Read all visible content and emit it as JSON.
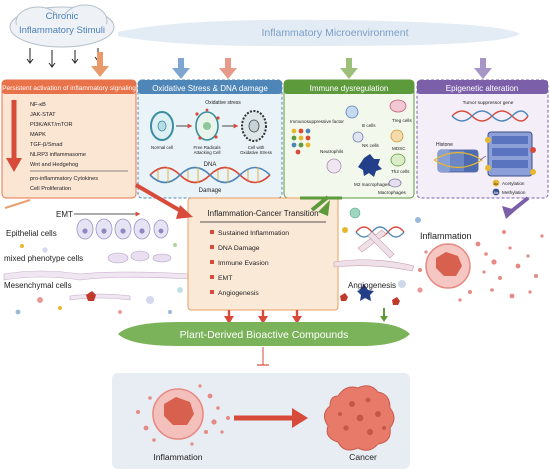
{
  "header": {
    "cloud_label_line1": "Chronic",
    "cloud_label_line2": "Inflammatory Stimuli",
    "microenvironment": "Inflammatory Microenvironment"
  },
  "panels": {
    "signaling": {
      "title": "Persistent activation of inflammatory signaling",
      "items": [
        "NF-κB",
        "JAK-STAT",
        "PI3K/AKT/mTOR",
        "MAPK",
        "TGF-β/Smad",
        "NLRP3 inflammasome",
        "Wnt and Hedgehog"
      ],
      "footer": [
        "pro-inflammatory Cytokines",
        "Cell Proliferation"
      ]
    },
    "oxidative": {
      "title": "Oxidative Stress & DNA damage",
      "oxidative_stress": "Oxidative stress",
      "normal_cell": "Normal cell",
      "free_radicals_line1": "Free Radicals",
      "free_radicals_line2": "Attacking Cell",
      "cell_ox_line1": "Cell with",
      "cell_ox_line2": "Oxidative Stress",
      "dna": "DNA",
      "damage": "Damage"
    },
    "immune": {
      "title": "Immune dysregulation",
      "factor": "Immunosuppressive factor",
      "b_cells": "B cells",
      "treg": "Treg cells",
      "nk": "NK cells",
      "neutrophils": "Neutrophils",
      "mdsc": "MDSC",
      "m2": "M2 macrophages",
      "th2": "Th2 cells",
      "macrophages": "Macrophages"
    },
    "epigenetic": {
      "title": "Epigenetic alteration",
      "tsg": "Tumor suppressor gene",
      "histone": "Histone",
      "acetylation": "Acetylation",
      "methylation": "Methylation",
      "ac": "Ac",
      "me": "Me"
    }
  },
  "middle": {
    "emt": "EMT",
    "epithelial": "Epithelial cells",
    "mixed": "mixed phenotype cells",
    "mesenchymal": "Mesenchymal cells",
    "inflammation": "Inflammation",
    "angiogenesis": "Angiogenesis"
  },
  "transition": {
    "title": "Inflammation-Cancer Transition",
    "items": [
      "Sustained Inflammation",
      "DNA Damage",
      "Immune Evasion",
      "EMT",
      "Angiogenesis"
    ]
  },
  "compounds": "Plant-Derived Bioactive Compounds",
  "bottom": {
    "inflammation": "Inflammation",
    "cancer": "Cancer"
  },
  "colors": {
    "signaling": "#e8734a",
    "oxidative": "#4f86b8",
    "immune": "#5d9a3c",
    "epigenetic": "#7b5fa8",
    "compounds": "#7bb35a",
    "arrow_red": "#d84a3a",
    "cancer": "#e06a5a"
  }
}
